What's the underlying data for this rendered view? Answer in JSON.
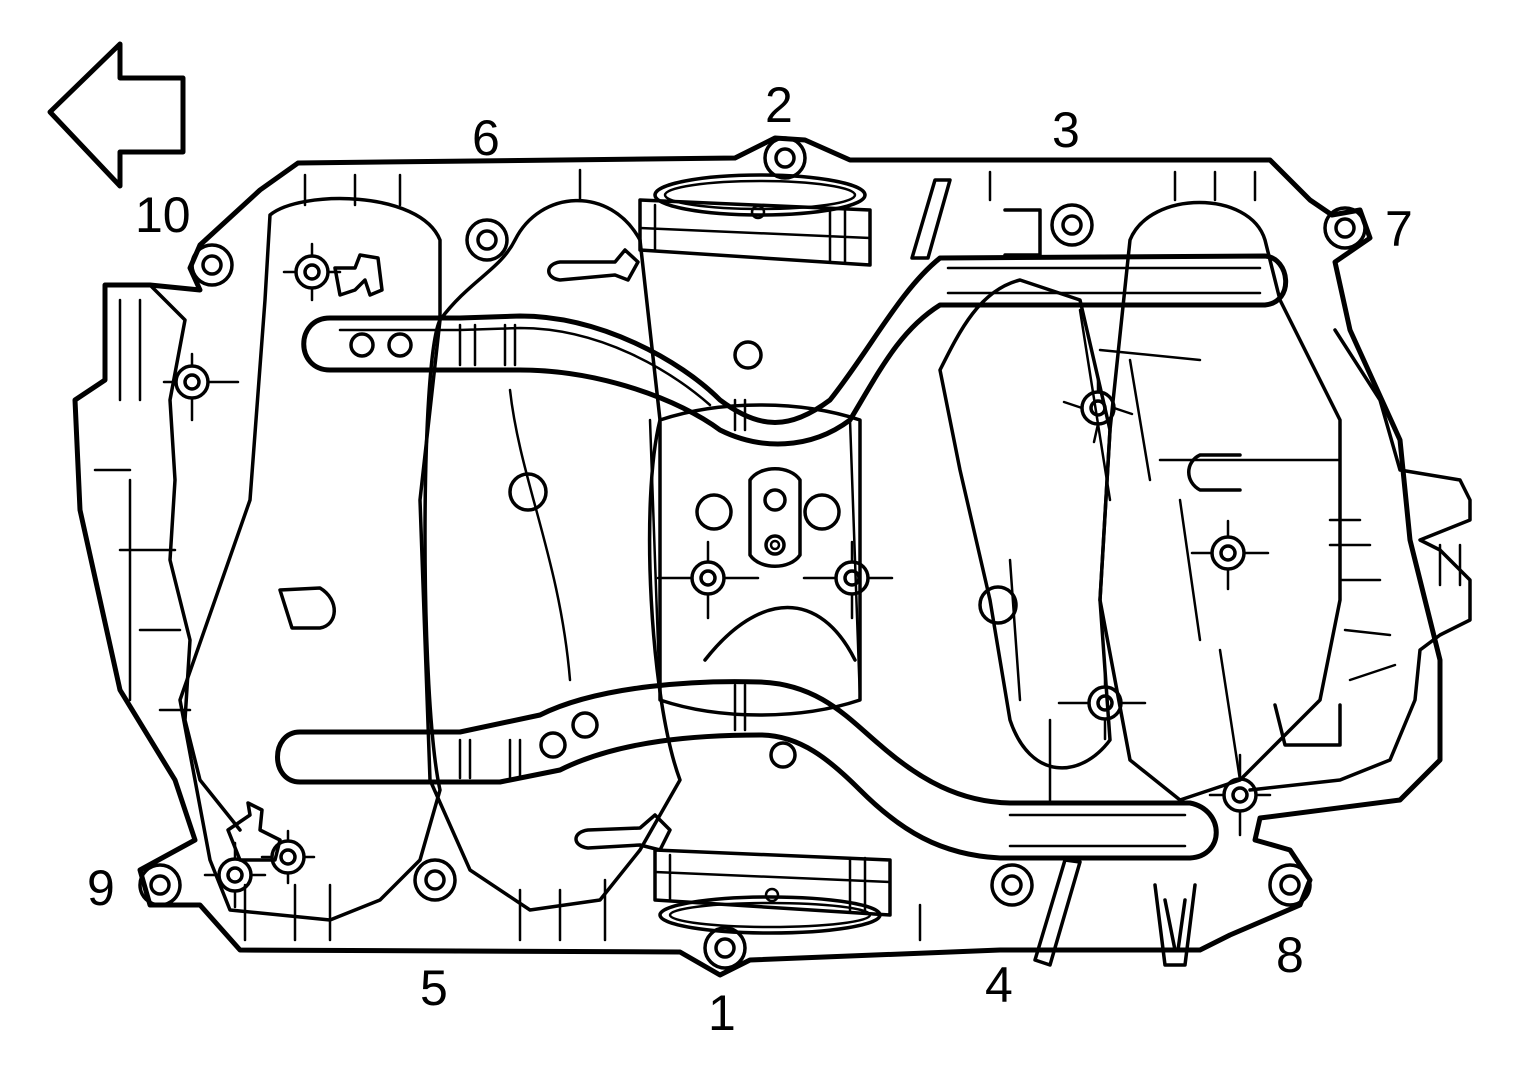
{
  "diagram": {
    "direction_arrow": "left",
    "line_color": "#000000",
    "background_color": "#ffffff",
    "callouts": [
      {
        "id": "1",
        "label": "1"
      },
      {
        "id": "2",
        "label": "2"
      },
      {
        "id": "3",
        "label": "3"
      },
      {
        "id": "4",
        "label": "4"
      },
      {
        "id": "5",
        "label": "5"
      },
      {
        "id": "6",
        "label": "6"
      },
      {
        "id": "7",
        "label": "7"
      },
      {
        "id": "8",
        "label": "8"
      },
      {
        "id": "9",
        "label": "9"
      },
      {
        "id": "10",
        "label": "10"
      }
    ]
  }
}
